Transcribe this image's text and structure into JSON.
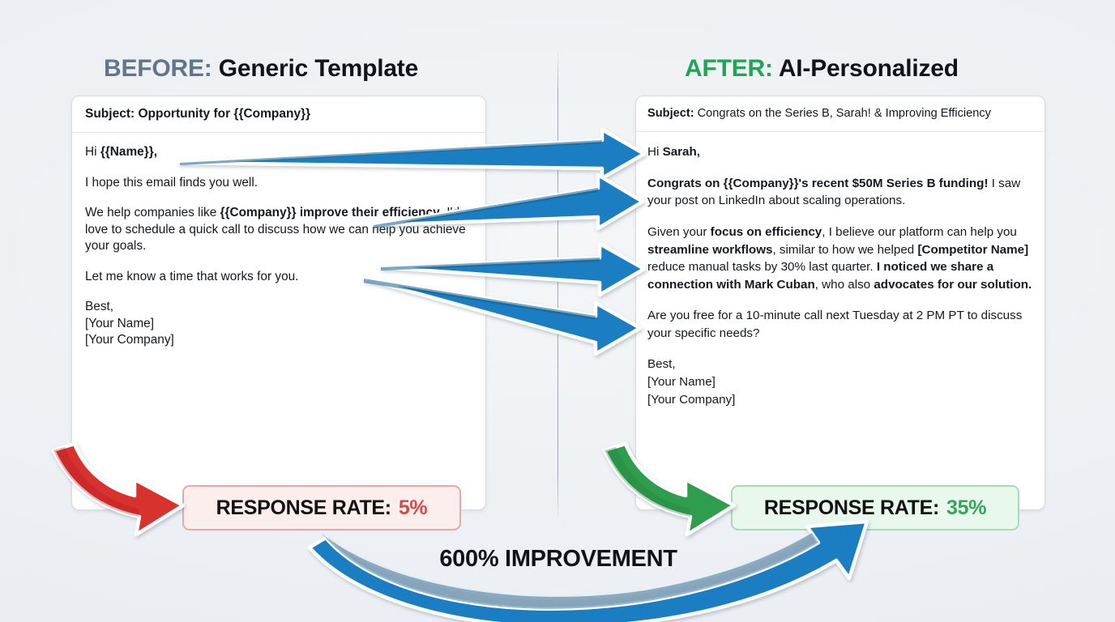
{
  "page": {
    "background_color": "#eef0f3",
    "accent_blue": "#1f7ec2",
    "accent_red": "#d8312f",
    "accent_green": "#2f9d4e"
  },
  "before": {
    "heading_tag": "BEFORE:",
    "heading_main": "Generic Template",
    "heading_tag_color": "#64748b",
    "subject_label": "Subject:",
    "subject_text": "Opportunity for {{Company}}",
    "body": {
      "greeting_plain": "Hi ",
      "greeting_bold": "{{Name}},",
      "p1": "I hope this email finds you well.",
      "p2_a": "We help companies like ",
      "p2_b": "{{Company}} improve their efficiency",
      "p2_c": ". I'd love to schedule a quick call to discuss how we can help you achieve your goals.",
      "p3": "Let me know a time that works for you.",
      "sign_off": "Best,",
      "sig_name": "[Your Name]",
      "sig_company": "[Your Company]"
    },
    "badge_label": "RESPONSE RATE:",
    "badge_value": "5%",
    "badge_value_color": "#d44a4a",
    "badge_bg": "#fdeeee",
    "badge_border": "#e4a9a9"
  },
  "after": {
    "heading_tag": "AFTER:",
    "heading_main": "AI-Personalized",
    "heading_tag_color": "#22a455",
    "subject_label": "Subject:",
    "subject_text": "Congrats on the Series B, Sarah! & Improving Efficiency",
    "body": {
      "greeting_plain": "Hi ",
      "greeting_bold": "Sarah,",
      "p2_bold": "Congrats on {{Company}}'s recent $50M Series B funding!",
      "p2_plain": " I saw your post on LinkedIn about scaling operations.",
      "p3_a": "Given your ",
      "p3_b": "focus on efficiency",
      "p3_c": ", I believe our platform can help you ",
      "p3_d": "streamline workflows",
      "p3_e": ", similar to how we helped ",
      "p3_f": "[Competitor Name]",
      "p3_g": " reduce manual tasks by 30% last quarter. ",
      "p3_h": "I noticed we share a connection with Mark Cuban",
      "p3_i": ", who also ",
      "p3_j": "advocates for our solution.",
      "p4": "Are you free for a 10-minute call next Tuesday at 2 PM PT to discuss your specific needs?",
      "sign_off": "Best,",
      "sig_name": "[Your Name]",
      "sig_company": "[Your Company]"
    },
    "badge_label": "RESPONSE RATE:",
    "badge_value": "35%",
    "badge_value_color": "#35a45c",
    "badge_bg": "#e9f8ec",
    "badge_border": "#a9d9b6"
  },
  "improvement": {
    "label": "600% IMPROVEMENT"
  },
  "arrows": {
    "mapping_1": "greeting-arrow",
    "mapping_2": "opening-line-arrow",
    "mapping_3": "value-prop-arrow",
    "mapping_4": "closing-arrow",
    "before_badge_arrow": "red-curved-arrow",
    "after_badge_arrow": "green-curved-arrow",
    "improvement_arrow": "blue-curved-arrow"
  }
}
